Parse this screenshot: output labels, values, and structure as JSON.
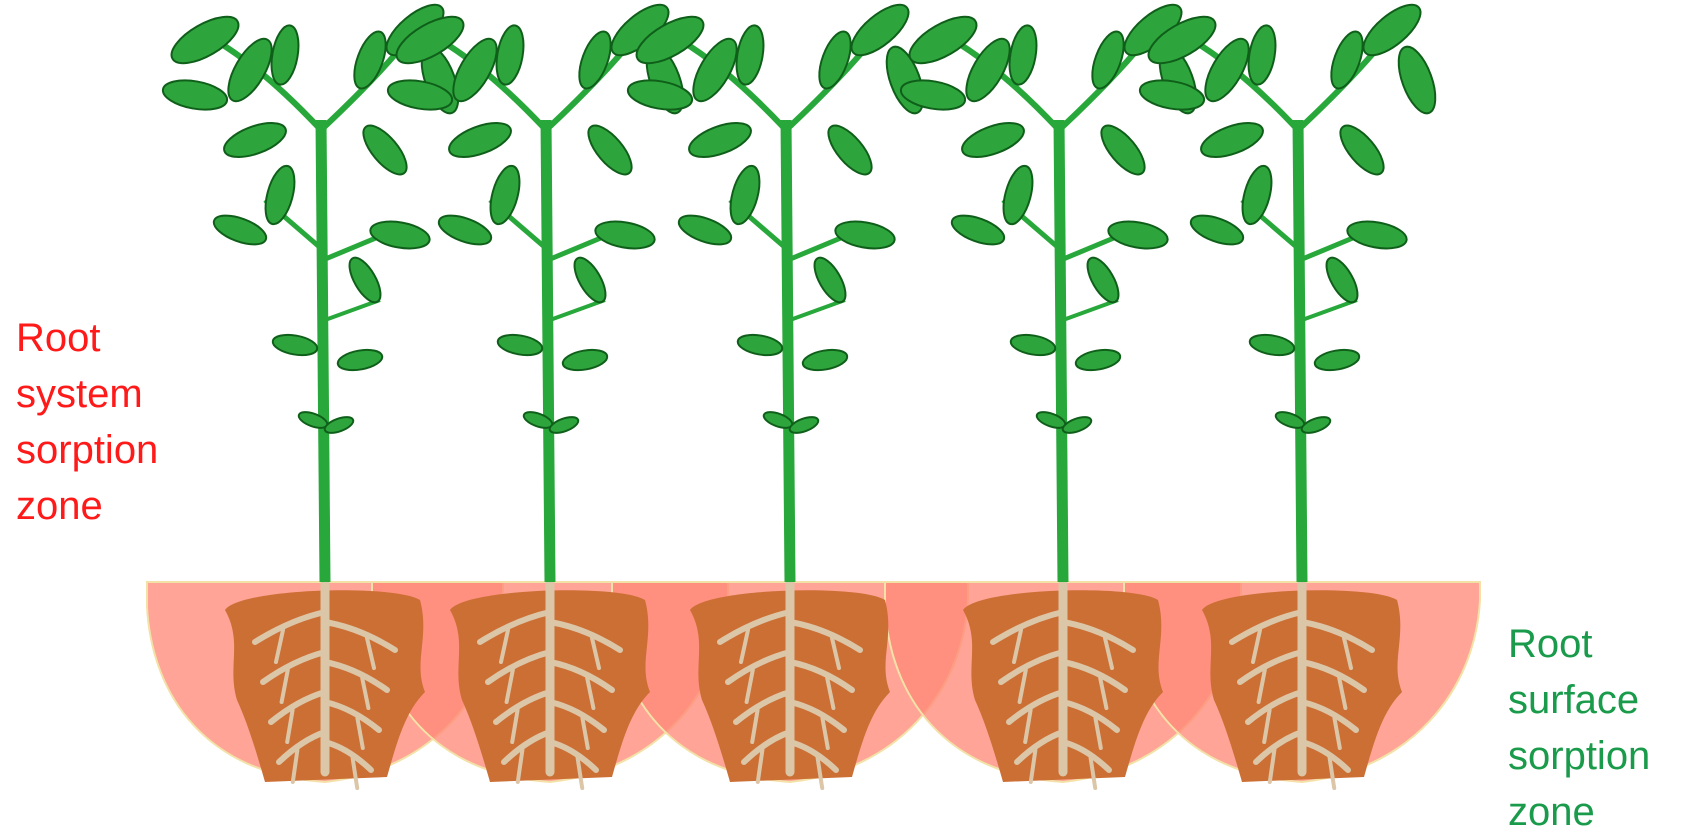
{
  "labels": {
    "root_system": "Root\nsystem\nsorption\nzone",
    "root_surface": "Root\nsurface\nsorption\nzone"
  },
  "colors": {
    "root_system_label": "#ff1a1a",
    "root_surface_label": "#1a9b4b",
    "zone_fill": "#ff8a78",
    "zone_overlap": "#ff6a4f",
    "zone_outline": "#f3e2a8",
    "soil": "#cc6f35",
    "root": "#dcc6a8",
    "stem": "#28a83a",
    "leaf": "#2ea53c",
    "leaf_dark": "#0f5f1a"
  },
  "plant_count": 5
}
